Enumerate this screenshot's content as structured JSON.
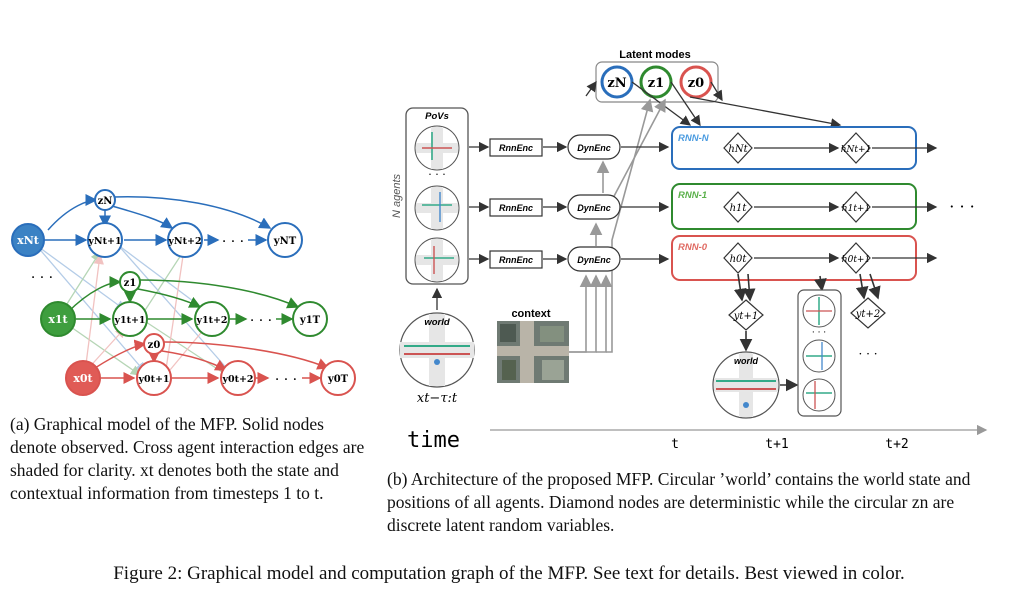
{
  "panel_a": {
    "caption": "(a) Graphical model of the MFP. Solid nodes denote observed. Cross agent interaction edges are shaded for clarity. xt denotes both the state and contextual information from timesteps 1 to t.",
    "dots": "· · ·",
    "rows": [
      {
        "z": "zN",
        "x": "xNt",
        "y1": "yNt+1",
        "y2": "yNt+2",
        "yT": "yNT",
        "color": "#2a6ebb",
        "fill": "#3b82c4"
      },
      {
        "z": "z1",
        "x": "x1t",
        "y1": "y1t+1",
        "y2": "y1t+2",
        "yT": "y1T",
        "color": "#2f8a2f",
        "fill": "#3e9e3e"
      },
      {
        "z": "z0",
        "x": "x0t",
        "y1": "y0t+1",
        "y2": "y0t+2",
        "yT": "y0T",
        "color": "#d9534f",
        "fill": "#e05b56"
      }
    ]
  },
  "panel_b": {
    "caption": "(b) Architecture of the proposed MFP. Circular ’world’ contains the world state and positions of all agents. Diamond nodes are deterministic while the circular zn are discrete latent random variables.",
    "latent_title": "Latent modes",
    "latent_nodes": [
      {
        "label": "zN",
        "color": "#2a6ebb"
      },
      {
        "label": "z1",
        "color": "#2f8a2f"
      },
      {
        "label": "z0",
        "color": "#d9534f"
      }
    ],
    "povs_label": "PoVs",
    "n_agents_label": "N agents",
    "world_label": "world",
    "x_input_label": "xt−τ:t",
    "context_label": "context",
    "rnnenc_label": "RnnEnc",
    "dynenc_label": "DynEnc",
    "rnn_rows": [
      {
        "name": "RNN-N",
        "h1": "hNt",
        "h2": "hNt+1",
        "color": "#2a6ebb"
      },
      {
        "name": "RNN-1",
        "h1": "h1t",
        "h2": "h1t+1",
        "color": "#2f8a2f"
      },
      {
        "name": "RNN-0",
        "h1": "h0t",
        "h2": "h0t+1",
        "color": "#d9534f"
      }
    ],
    "outputs": [
      "yt+1",
      "yt+2"
    ],
    "dots": "· · ·",
    "time_label": "time",
    "time_ticks": [
      "t",
      "t+1",
      "t+2"
    ]
  },
  "figure_caption": "Figure 2: Graphical model and computation graph of the MFP. See text for details. Best viewed in color."
}
